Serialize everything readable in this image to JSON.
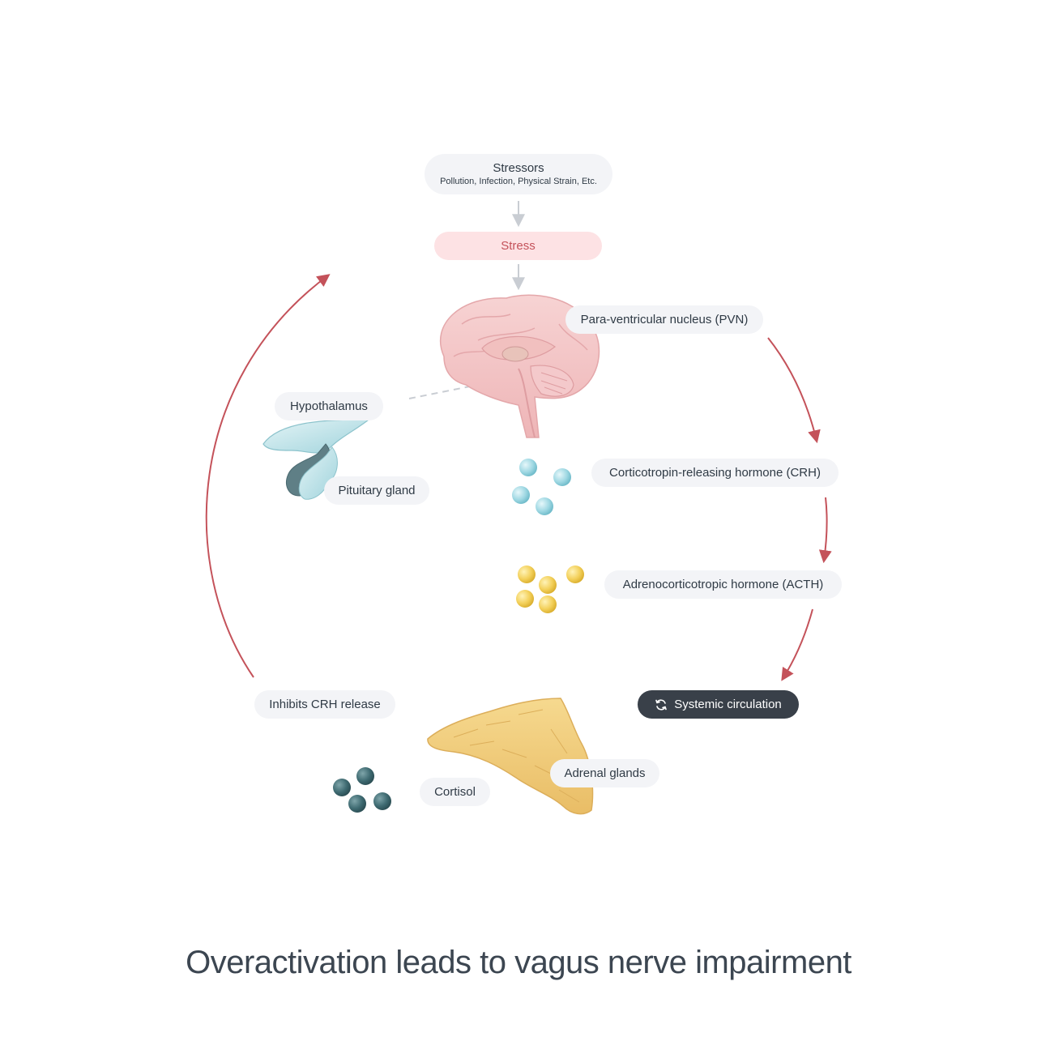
{
  "stressors": {
    "title": "Stressors",
    "subtitle": "Pollution, Infection, Physical Strain, Etc."
  },
  "stress": "Stress",
  "pvn": "Para-ventricular nucleus (PVN)",
  "hypothalamus": "Hypothalamus",
  "pituitary": "Pituitary gland",
  "crh": "Corticotropin-releasing hormone (CRH)",
  "acth": "Adrenocorticotropic hormone (ACTH)",
  "inhibits": "Inhibits CRH release",
  "systemic": {
    "label": "Systemic circulation",
    "icon": "refresh-icon"
  },
  "adrenal": "Adrenal glands",
  "cortisol": "Cortisol",
  "footer": "Overactivation leads to vagus nerve impairment",
  "colors": {
    "arrow_red": "#c4525a",
    "arrow_gray": "#c9cdd3",
    "crh_particles": "#8fd0dc",
    "acth_particles": "#f2cf4f",
    "cortisol_particles": "#3e6b72",
    "brain": "#f4c6c6",
    "adrenal": "#f0c879",
    "pituitary": "#b9e0e6"
  }
}
